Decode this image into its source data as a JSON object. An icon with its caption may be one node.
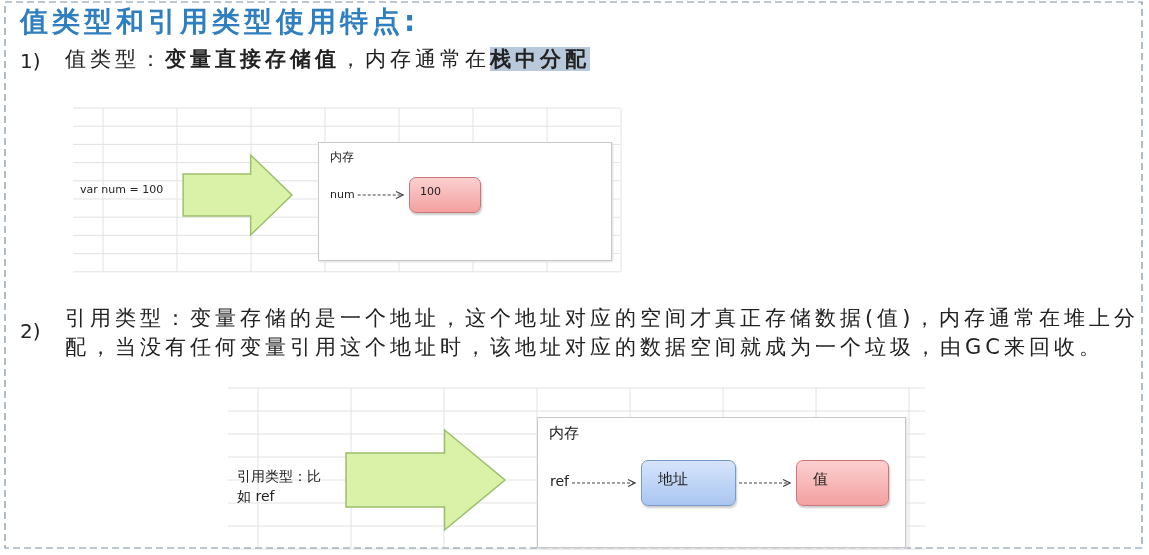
{
  "diagram": {
    "title": "值类型和引用类型使用特点:",
    "nodes": [
      {
        "text": [
          "var num = 100"
        ]
      },
      {
        "text": [
          "内存"
        ]
      },
      {
        "text": [
          "num"
        ],
        "in": 1
      },
      {
        "text": [
          "100"
        ],
        "in": 1
      },
      {
        "text": [
          "引用类型：比如 ref"
        ]
      },
      {
        "text": [
          "内存"
        ]
      },
      {
        "text": [
          "ref"
        ],
        "in": 5
      },
      {
        "text": [
          "地址"
        ],
        "in": 5
      },
      {
        "text": [
          "值"
        ],
        "in": 5
      }
    ],
    "edges": [
      {
        "from": 0,
        "to": 1,
        "arrow": "to",
        "style": "thick",
        "color": "#d9f2a8"
      },
      {
        "from": 2,
        "to": 3,
        "arrow": "to",
        "style": "dashed"
      },
      {
        "from": 4,
        "to": 5,
        "arrow": "to",
        "style": "thick",
        "color": "#d9f2a8"
      },
      {
        "from": 6,
        "to": 7,
        "arrow": "to",
        "style": "dashed"
      },
      {
        "from": 7,
        "to": 8,
        "arrow": "to",
        "style": "dashed"
      }
    ],
    "labels": [
      "1)",
      "值类型：**变量直接存储值**，内存通常在**栈中分配**",
      "2)",
      "引用类型：变量存储的是一个地址，这个地址对应的空间才真正存储数据(值)，内存通常在堆上分配，当没有任何变量引用这个地址时，该地址对应的数据空间就成为一个垃圾，由GC来回收。"
    ]
  }
}
